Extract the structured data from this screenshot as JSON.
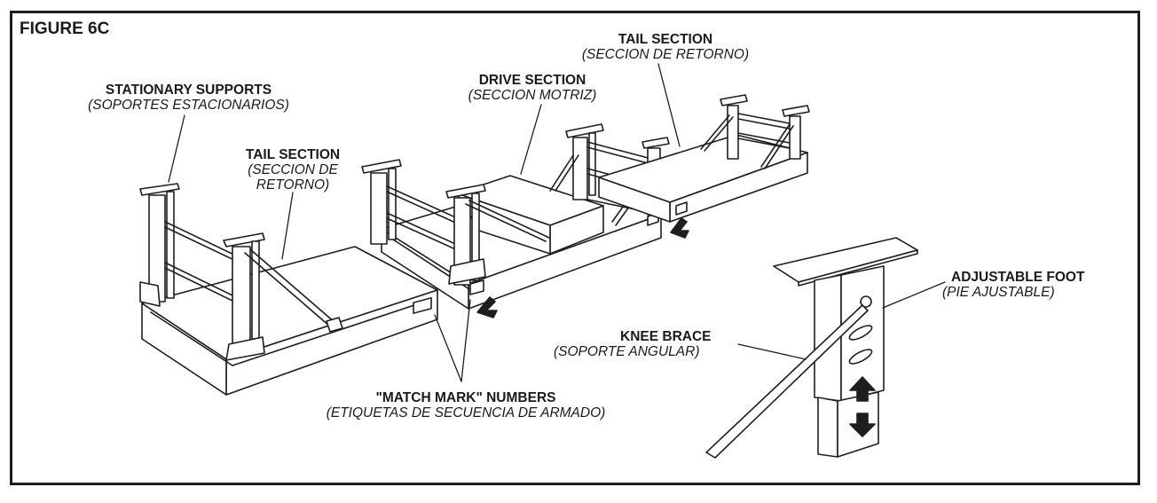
{
  "figure": {
    "title": "FIGURE 6C"
  },
  "labels": {
    "stationary_supports": {
      "en": "STATIONARY SUPPORTS",
      "es": "(SOPORTES ESTACIONARIOS)"
    },
    "tail_section_left": {
      "en": "TAIL SECTION",
      "es_1": "(SECCION DE",
      "es_2": "RETORNO)"
    },
    "drive_section": {
      "en": "DRIVE SECTION",
      "es": "(SECCION MOTRIZ)"
    },
    "tail_section_right": {
      "en": "TAIL SECTION",
      "es": "(SECCION DE RETORNO)"
    },
    "match_mark": {
      "en": "\"MATCH MARK\" NUMBERS",
      "es": "(ETIQUETAS DE SECUENCIA DE ARMADO)"
    },
    "knee_brace": {
      "en": "KNEE BRACE",
      "es": "(SOPORTE ANGULAR)"
    },
    "adjustable_foot": {
      "en": "ADJUSTABLE FOOT",
      "es": "(PIE AJUSTABLE)"
    }
  },
  "colors": {
    "line": "#1e1e1e",
    "paper": "#ffffff"
  }
}
